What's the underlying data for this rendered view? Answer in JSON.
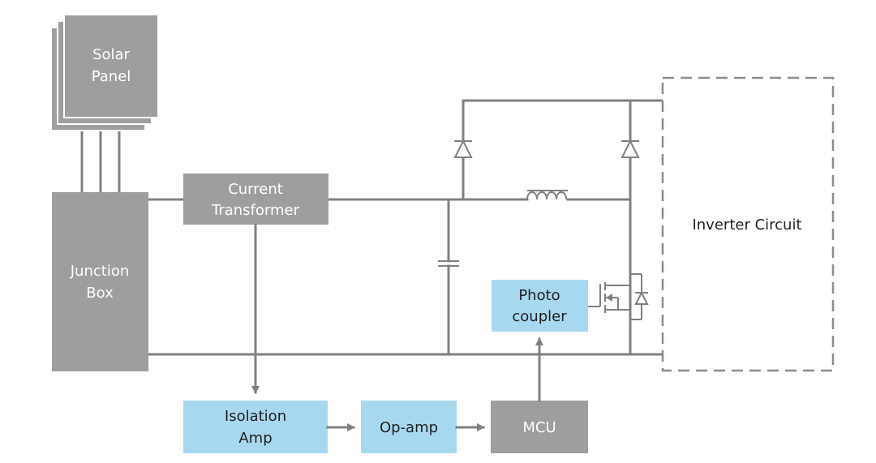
{
  "diagram": {
    "solar_panel": [
      "Solar",
      "Panel"
    ],
    "junction_box": [
      "Junction",
      "Box"
    ],
    "current_transformer": [
      "Current",
      "Transformer"
    ],
    "inverter_circuit": "Inverter Circuit",
    "photo_coupler": [
      "Photo",
      "coupler"
    ],
    "isolation_amp": [
      "Isolation",
      "Amp"
    ],
    "op_amp": "Op-amp",
    "mcu": "MCU"
  },
  "colors": {
    "gray_block": "#9e9e9e",
    "blue_block": "#a8d8f0",
    "wire": "#808080",
    "dashed_border": "#8c8c8c"
  }
}
